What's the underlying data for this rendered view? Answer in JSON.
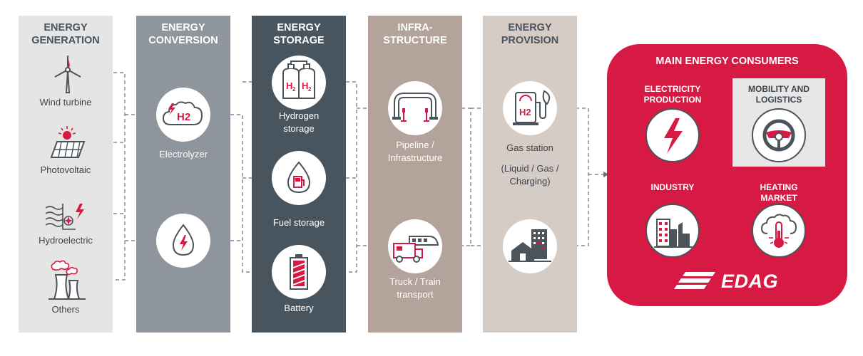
{
  "columns": {
    "generation": {
      "title": "ENERGY\nGENERATION",
      "items": [
        "Wind turbine",
        "Photovoltaic",
        "Hydroelectric",
        "Others"
      ]
    },
    "conversion": {
      "title": "ENERGY\nCONVERSION",
      "items": [
        "Electrolyzer"
      ]
    },
    "storage": {
      "title": "ENERGY\nSTORAGE",
      "items": [
        "Hydrogen\nstorage",
        "Fuel storage",
        "Battery"
      ]
    },
    "infrastructure": {
      "title": "INFRA-\nSTRUCTURE",
      "items": [
        "Pipeline /\nInfrastructure",
        "Truck / Train\ntransport"
      ]
    },
    "provision": {
      "title": "ENERGY\nPROVISION",
      "items": [
        "Gas station",
        "(Liquid / Gas /\nCharging)"
      ]
    }
  },
  "icon_text": {
    "h2": "H2",
    "h2_sub": "2",
    "h": "H"
  },
  "consumers": {
    "title": "MAIN ENERGY CONSUMERS",
    "items": [
      "ELECTRICITY\nPRODUCTION",
      "MOBILITY AND\nLOGISTICS",
      "INDUSTRY",
      "HEATING\nMARKET"
    ],
    "logo": "EDAG"
  },
  "colors": {
    "accent_red": "#d71a43",
    "dark_slate": "#48555f",
    "mid_gray": "#8f959c",
    "light_gray": "#e5e5e6",
    "taupe": "#b3a39b",
    "beige": "#d6ccc6"
  },
  "icons": [
    "wind-turbine-icon",
    "solar-panel-icon",
    "hydro-dam-icon",
    "cooling-tower-icon",
    "cloud-h2-icon",
    "fuel-drop-icon",
    "hydrogen-tanks-icon",
    "fuel-storage-icon",
    "battery-icon",
    "pipeline-icon",
    "truck-train-icon",
    "gas-station-icon",
    "house-city-icon",
    "lightning-icon",
    "steering-wheel-icon",
    "factory-city-icon",
    "thermometer-icon"
  ]
}
